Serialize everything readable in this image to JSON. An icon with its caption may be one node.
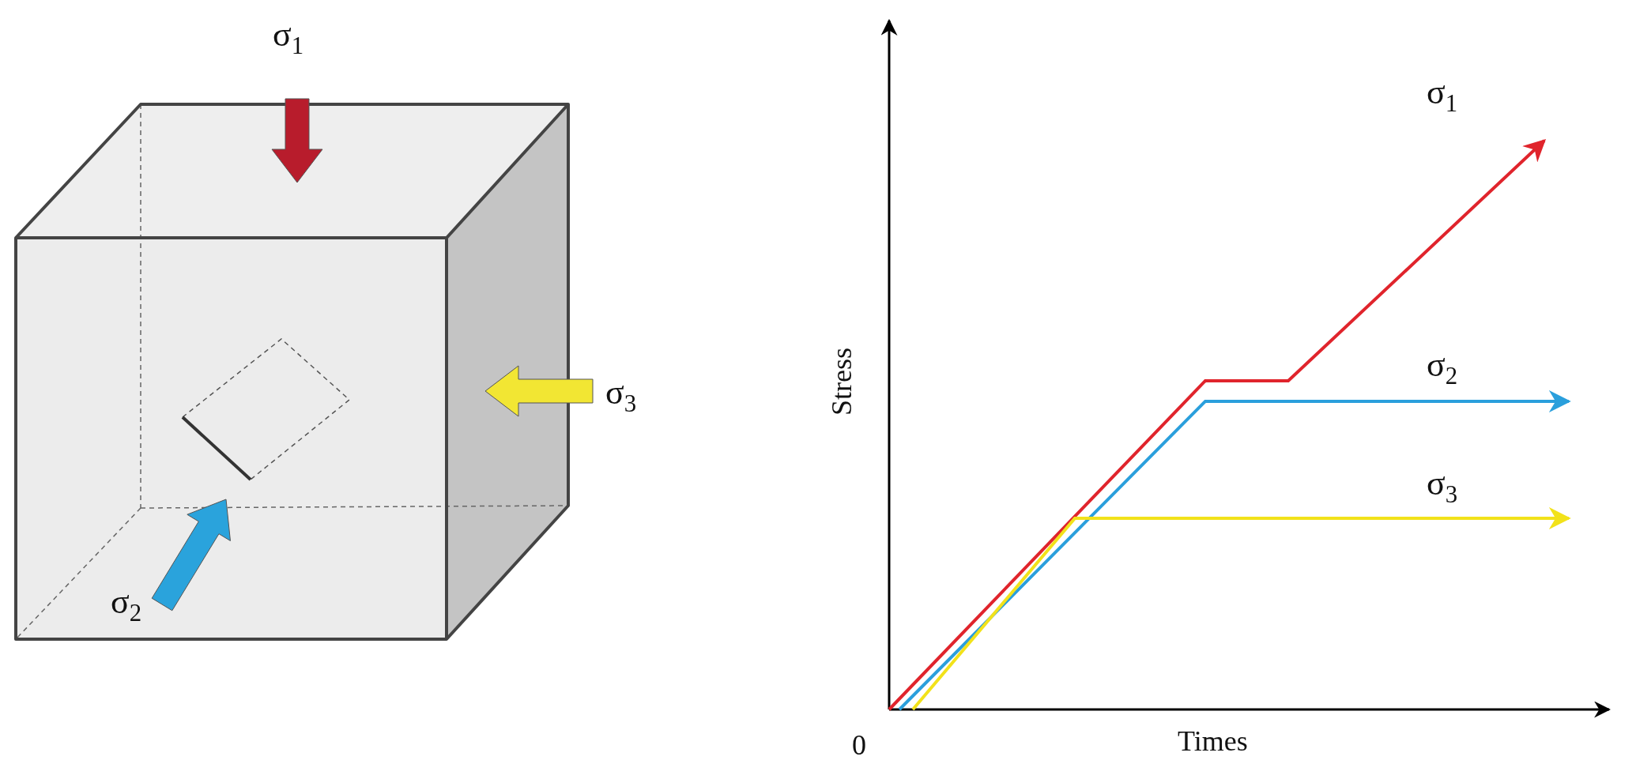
{
  "diagram": {
    "labels": [
      "σ$_{1}$",
      "σ$_{3}$",
      "σ$_{2}$",
      "σ$_{1}$",
      "σ$_{2}$",
      "σ$_{3}$",
      "Stress",
      "0",
      "Times"
    ]
  }
}
